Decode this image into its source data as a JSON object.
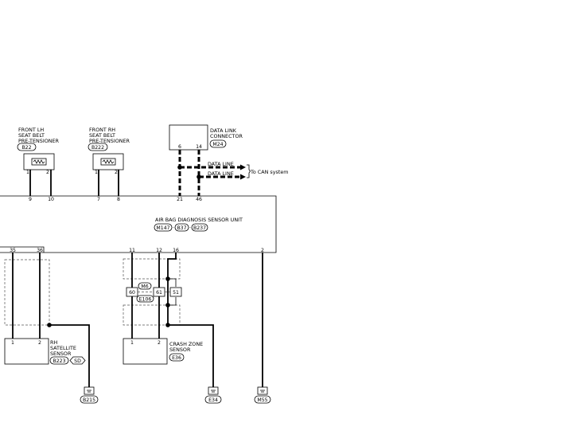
{
  "front_lh": {
    "line1": "FRONT LH",
    "line2": "SEAT BELT",
    "line3": "PRE-TENSIONER",
    "connector": "B22",
    "pin_a": "1",
    "pin_b": "2",
    "term_a": "9",
    "term_b": "10"
  },
  "front_rh": {
    "line1": "FRONT RH",
    "line2": "SEAT BELT",
    "line3": "PRE-TENSIONER",
    "connector": "B222",
    "pin_a": "1",
    "pin_b": "2",
    "term_a": "7",
    "term_b": "8"
  },
  "data_link": {
    "line1": "DATA LINK",
    "line2": "CONNECTOR",
    "connector": "M24",
    "pin_a": "6",
    "pin_b": "14",
    "line_a": "DATA LINE",
    "line_b": "DATA LINE",
    "to_can": "To CAN system",
    "term_a": "21",
    "term_b": "46"
  },
  "sensor_unit": {
    "title": "AIR BAG DIAGNOSIS SENSOR UNIT",
    "connectors": [
      "M147",
      "B37",
      "B237"
    ],
    "bottom_pins": [
      "35",
      "36",
      "11",
      "12",
      "16",
      "2"
    ]
  },
  "rh_satellite": {
    "line1": "RH",
    "line2": "SATELLITE",
    "line3": "SENSOR",
    "connector": "B223",
    "badge": "SD",
    "pin_a": "1",
    "pin_b": "2"
  },
  "joint": {
    "conn_top": "M6",
    "conn_bottom": "E106",
    "pin_a": "60",
    "pin_b": "61",
    "pin_c": "51"
  },
  "crash_zone": {
    "line1": "CRASH ZONE",
    "line2": "SENSOR",
    "connector": "E36",
    "pin_a": "1",
    "pin_b": "2"
  },
  "grounds": [
    "B215",
    "E34",
    "M55"
  ]
}
